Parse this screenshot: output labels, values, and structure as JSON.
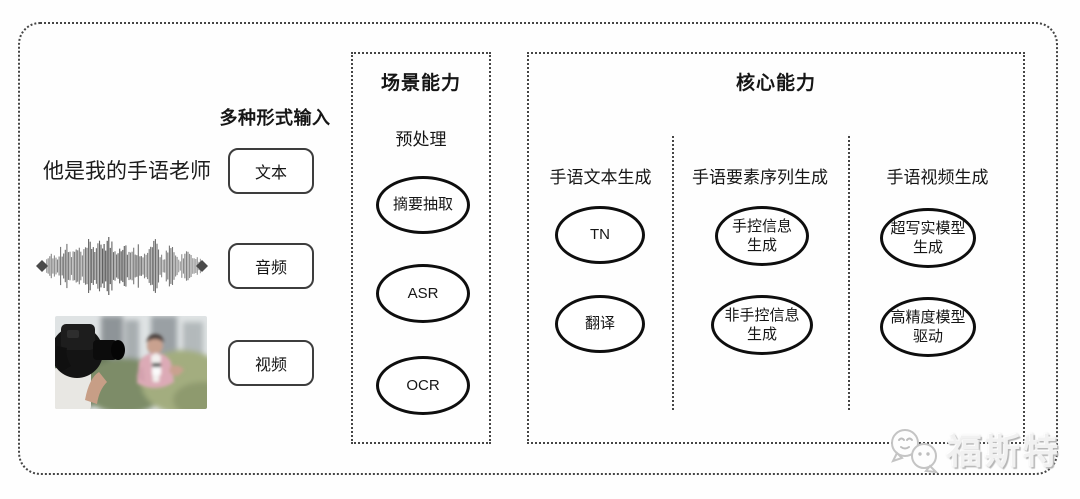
{
  "colors": {
    "frame_border": "#454545",
    "node_stroke": "#0e0e0e",
    "text": "#161616",
    "watermark_gray": "#c9c9c9"
  },
  "inputs": {
    "heading": "多种形式输入",
    "sentence": "他是我的手语老师",
    "items": [
      {
        "label": "文本"
      },
      {
        "label": "音频"
      },
      {
        "label": "视频"
      }
    ]
  },
  "scene": {
    "title": "场景能力",
    "subtitle": "预处理",
    "nodes": [
      {
        "line1": "摘要抽取",
        "line2": ""
      },
      {
        "line1": "ASR",
        "line2": ""
      },
      {
        "line1": "OCR",
        "line2": ""
      }
    ]
  },
  "core": {
    "title": "核心能力",
    "columns": [
      {
        "header": "手语文本生成",
        "nodes": [
          {
            "line1": "TN",
            "line2": ""
          },
          {
            "line1": "翻译",
            "line2": ""
          }
        ]
      },
      {
        "header": "手语要素序列生成",
        "nodes": [
          {
            "line1": "手控信息",
            "line2": "生成"
          },
          {
            "line1": "非手控信息",
            "line2": "生成"
          }
        ]
      },
      {
        "header": "手语视频生成",
        "nodes": [
          {
            "line1": "超写实模型",
            "line2": "生成"
          },
          {
            "line1": "高精度模型",
            "line2": "驱动"
          }
        ]
      }
    ]
  },
  "watermark": {
    "text": "福斯特"
  }
}
